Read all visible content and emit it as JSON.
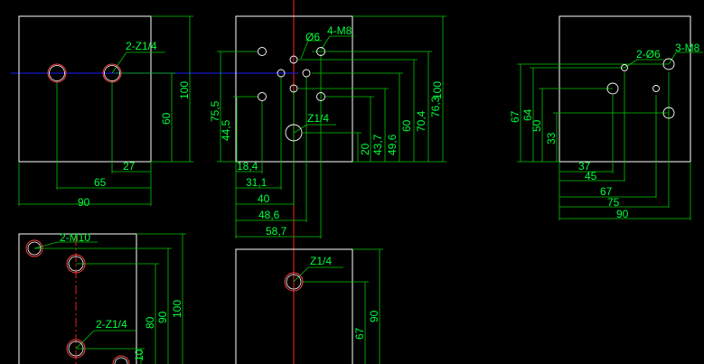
{
  "colors": {
    "background": "#000000",
    "outline": "#ffffff",
    "dimension": "#00c800",
    "dimension_text": "#00ff3c",
    "center_line": "#ff2020",
    "axis_line": "#1a1aff"
  },
  "view_a": {
    "hole_callout": "2-Z1/4",
    "dims": {
      "height_100": "100",
      "height_60": "60",
      "offset_27": "27",
      "offset_65": "65",
      "width_90": "90"
    }
  },
  "view_b": {
    "hole_callout_small": "Ø6",
    "thread_callout": "4-M8",
    "port_callout": "Z1/4",
    "left_dims": {
      "d75_5": "75,5",
      "d44_5": "44,5"
    },
    "bottom_dims": {
      "d18_4": "18,4",
      "d31_1": "31,1",
      "d40": "40",
      "d48_6": "48,6",
      "d58_7": "58,7"
    },
    "right_dims": {
      "d20": "20",
      "d43_7": "43,7",
      "d49_6": "49,6",
      "d60": "60",
      "d70_4": "70,4",
      "d76_3": "76,3",
      "d100": "100"
    }
  },
  "view_c": {
    "hole_callout": "2-Ø6",
    "thread_callout": "3-M8",
    "left_dims": {
      "d67": "67",
      "d64": "64",
      "d50": "50",
      "d33": "33"
    },
    "bottom_dims": {
      "d37": "37",
      "d45": "45",
      "d67": "67",
      "d75": "75",
      "d90": "90"
    }
  },
  "view_d": {
    "thread_callout": "2-M10",
    "port_callout": "2-Z1/4",
    "right_dims": {
      "d10": "10",
      "d80": "80",
      "d90": "90",
      "d100": "100"
    }
  },
  "view_e": {
    "port_callout": "Z1/4",
    "right_dims": {
      "d67": "67",
      "d90": "90"
    }
  }
}
